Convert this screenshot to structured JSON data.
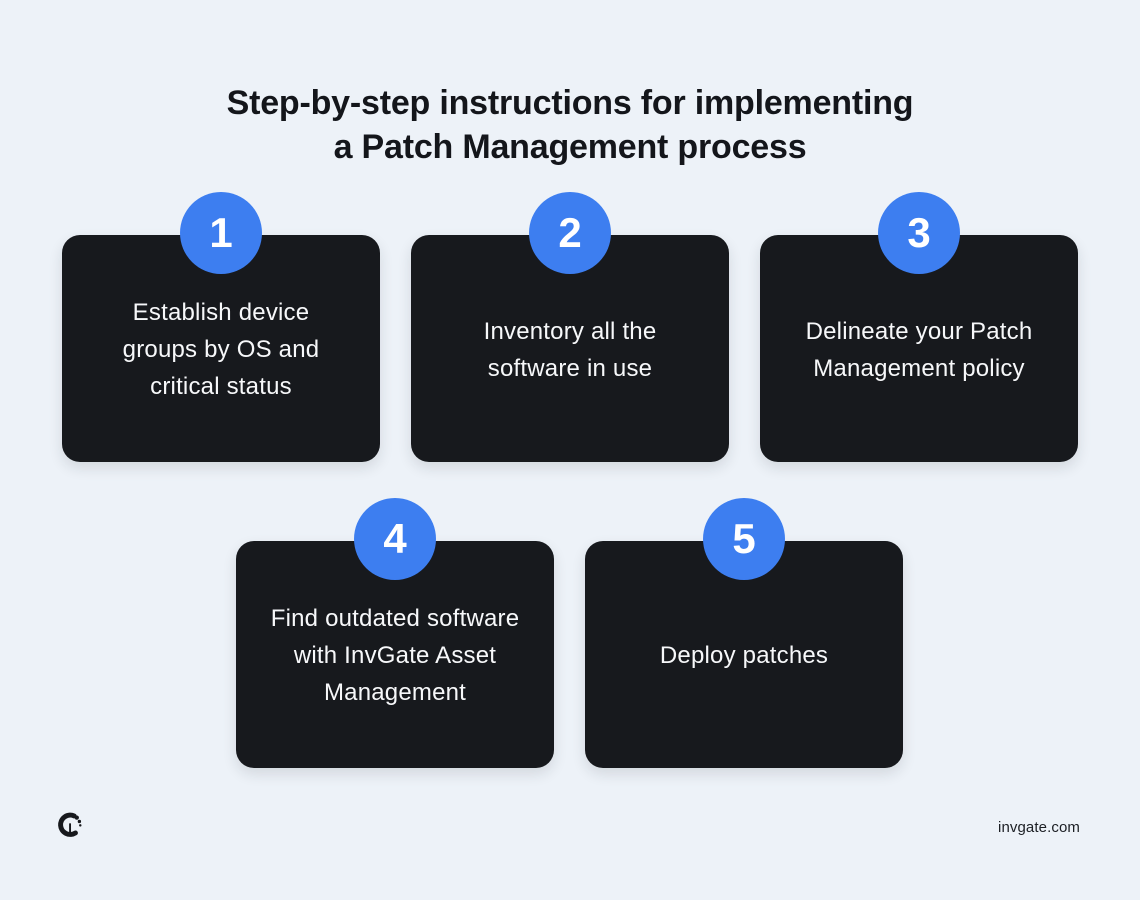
{
  "title": {
    "lines": [
      "Step-by-step instructions for implementing",
      "a Patch Management process"
    ]
  },
  "steps": [
    {
      "number": "1",
      "text": "Establish device groups by OS and critical status",
      "lines": [
        "Establish device",
        "groups by OS and",
        "critical status"
      ]
    },
    {
      "number": "2",
      "text": "Inventory all the software in use",
      "lines": [
        "Inventory all the",
        "software in use"
      ]
    },
    {
      "number": "3",
      "text": "Delineate your Patch Management policy",
      "lines": [
        "Delineate your Patch",
        "Management policy"
      ]
    },
    {
      "number": "4",
      "text": "Find outdated software with InvGate Asset Management",
      "lines": [
        "Find outdated software",
        "with InvGate Asset",
        "Management"
      ]
    },
    {
      "number": "5",
      "text": "Deploy patches",
      "lines": [
        "Deploy patches"
      ]
    }
  ],
  "footer": {
    "logo_icon": "invgate-logo-mark",
    "website": "invgate.com"
  },
  "colors": {
    "background": "#edf2f8",
    "card": "#17191d",
    "badge": "#3d7ef0",
    "badge_text": "#ffffff",
    "card_text": "#f7f8fa",
    "title_text": "#14161b",
    "footer_text": "#1c1f24"
  }
}
